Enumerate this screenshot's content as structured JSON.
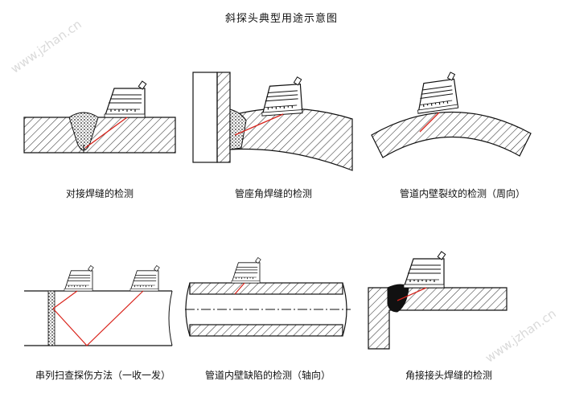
{
  "title": "斜探头典型用途示意图",
  "captions": {
    "butt_weld": "对接焊缝的检测",
    "fillet_weld": "管座角焊缝的检测",
    "pipe_circ": "管道内壁裂纹的检测（周向）",
    "tandem": "串列扫查探伤方法（一收一发）",
    "pipe_axial": "管道内壁缺陷的检测（轴向）",
    "corner_joint": "角接接头焊缝的检测"
  },
  "watermark": "www.jzhan.cn",
  "colors": {
    "beam": "#d9241c",
    "line": "#111111",
    "hatch": "#333333"
  }
}
